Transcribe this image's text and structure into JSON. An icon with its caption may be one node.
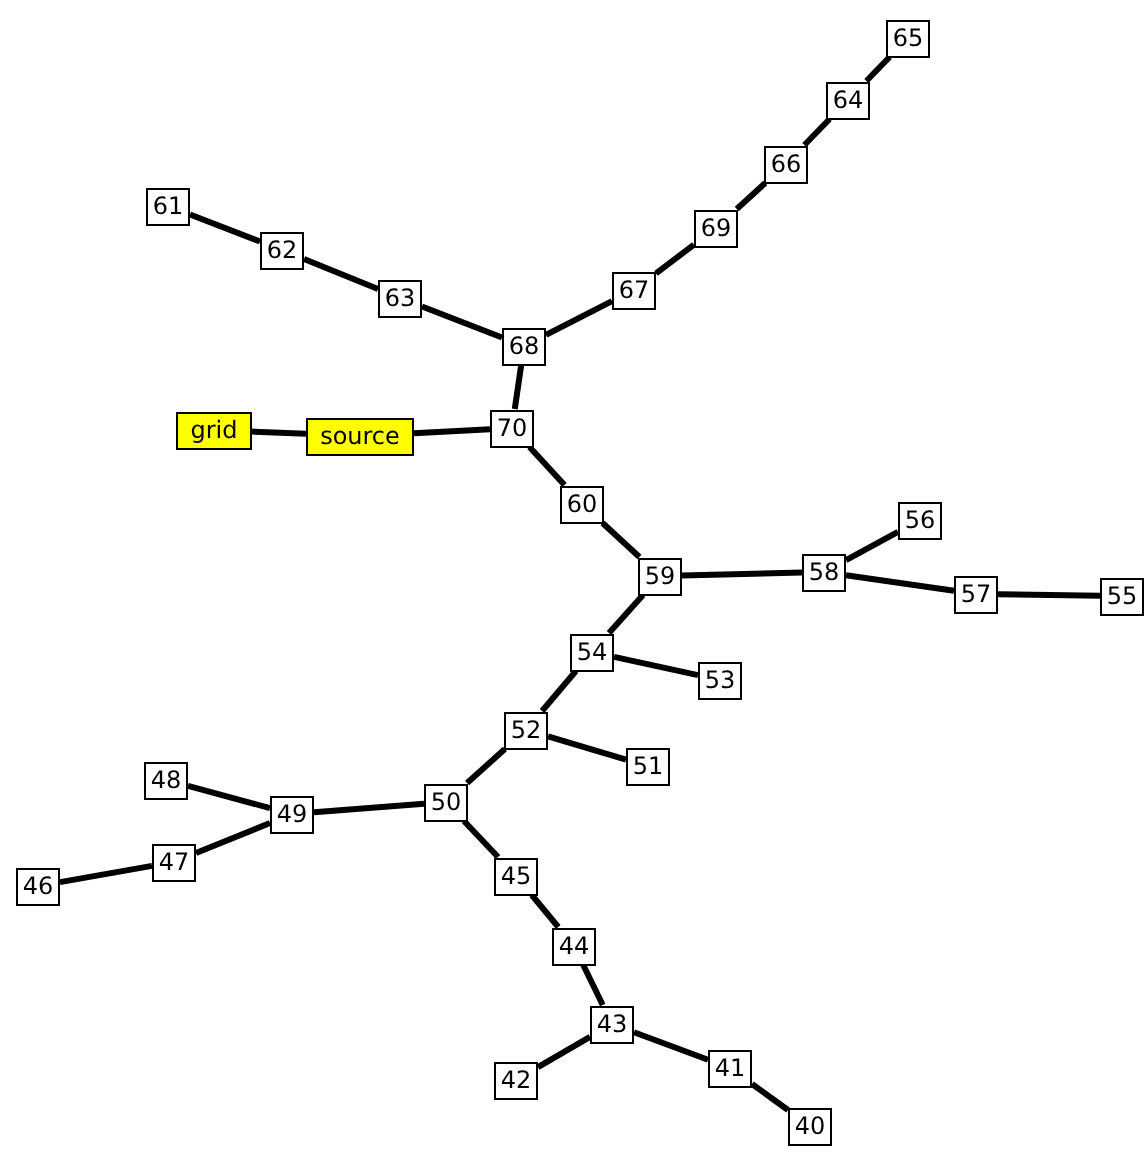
{
  "diagram": {
    "nodes": [
      {
        "text": [
          "65"
        ]
      },
      {
        "text": [
          "64"
        ]
      },
      {
        "text": [
          "66"
        ]
      },
      {
        "text": [
          "61"
        ]
      },
      {
        "text": [
          "69"
        ]
      },
      {
        "text": [
          "62"
        ]
      },
      {
        "text": [
          "67"
        ]
      },
      {
        "text": [
          "63"
        ]
      },
      {
        "text": [
          "68"
        ]
      },
      {
        "text": [
          "grid"
        ]
      },
      {
        "text": [
          "source"
        ]
      },
      {
        "text": [
          "70"
        ]
      },
      {
        "text": [
          "60"
        ]
      },
      {
        "text": [
          "56"
        ]
      },
      {
        "text": [
          "58"
        ]
      },
      {
        "text": [
          "59"
        ]
      },
      {
        "text": [
          "57"
        ]
      },
      {
        "text": [
          "55"
        ]
      },
      {
        "text": [
          "54"
        ]
      },
      {
        "text": [
          "53"
        ]
      },
      {
        "text": [
          "52"
        ]
      },
      {
        "text": [
          "51"
        ]
      },
      {
        "text": [
          "48"
        ]
      },
      {
        "text": [
          "50"
        ]
      },
      {
        "text": [
          "49"
        ]
      },
      {
        "text": [
          "47"
        ]
      },
      {
        "text": [
          "46"
        ]
      },
      {
        "text": [
          "45"
        ]
      },
      {
        "text": [
          "44"
        ]
      },
      {
        "text": [
          "43"
        ]
      },
      {
        "text": [
          "41"
        ]
      },
      {
        "text": [
          "42"
        ]
      },
      {
        "text": [
          "40"
        ]
      }
    ],
    "edges": [
      {
        "from": 9,
        "to": 10,
        "arrow": "none"
      },
      {
        "from": 10,
        "to": 11,
        "arrow": "none"
      },
      {
        "from": 11,
        "to": 8,
        "arrow": "none"
      },
      {
        "from": 8,
        "to": 7,
        "arrow": "none"
      },
      {
        "from": 7,
        "to": 5,
        "arrow": "none"
      },
      {
        "from": 5,
        "to": 3,
        "arrow": "none"
      },
      {
        "from": 8,
        "to": 6,
        "arrow": "none"
      },
      {
        "from": 6,
        "to": 4,
        "arrow": "none"
      },
      {
        "from": 4,
        "to": 2,
        "arrow": "none"
      },
      {
        "from": 2,
        "to": 1,
        "arrow": "none"
      },
      {
        "from": 1,
        "to": 0,
        "arrow": "none"
      },
      {
        "from": 11,
        "to": 12,
        "arrow": "none"
      },
      {
        "from": 12,
        "to": 15,
        "arrow": "none"
      },
      {
        "from": 15,
        "to": 14,
        "arrow": "none"
      },
      {
        "from": 14,
        "to": 13,
        "arrow": "none"
      },
      {
        "from": 14,
        "to": 16,
        "arrow": "none"
      },
      {
        "from": 16,
        "to": 17,
        "arrow": "none"
      },
      {
        "from": 15,
        "to": 18,
        "arrow": "none"
      },
      {
        "from": 18,
        "to": 19,
        "arrow": "none"
      },
      {
        "from": 18,
        "to": 20,
        "arrow": "none"
      },
      {
        "from": 20,
        "to": 21,
        "arrow": "none"
      },
      {
        "from": 20,
        "to": 23,
        "arrow": "none"
      },
      {
        "from": 23,
        "to": 24,
        "arrow": "none"
      },
      {
        "from": 24,
        "to": 22,
        "arrow": "none"
      },
      {
        "from": 24,
        "to": 25,
        "arrow": "none"
      },
      {
        "from": 25,
        "to": 26,
        "arrow": "none"
      },
      {
        "from": 23,
        "to": 27,
        "arrow": "none"
      },
      {
        "from": 27,
        "to": 28,
        "arrow": "none"
      },
      {
        "from": 28,
        "to": 29,
        "arrow": "none"
      },
      {
        "from": 29,
        "to": 31,
        "arrow": "none"
      },
      {
        "from": 29,
        "to": 30,
        "arrow": "none"
      },
      {
        "from": 30,
        "to": 32,
        "arrow": "none"
      }
    ]
  }
}
